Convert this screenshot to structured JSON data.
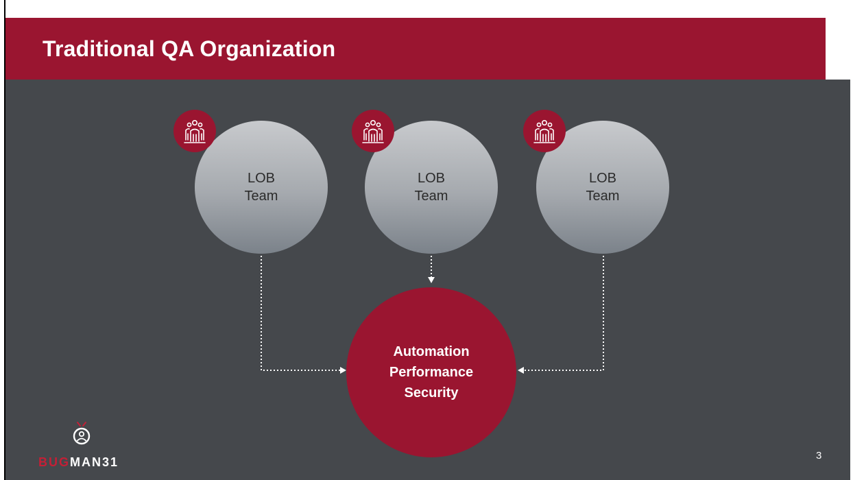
{
  "slide": {
    "title": "Traditional QA Organization",
    "page_number": "3"
  },
  "teams": [
    {
      "line1": "LOB",
      "line2": "Team",
      "icon": "team-people-icon"
    },
    {
      "line1": "LOB",
      "line2": "Team",
      "icon": "team-people-icon"
    },
    {
      "line1": "LOB",
      "line2": "Team",
      "icon": "team-people-icon"
    }
  ],
  "hub": {
    "line1": "Automation",
    "line2": "Performance",
    "line3": "Security"
  },
  "logo": {
    "brand_red": "BUG",
    "brand_white": "MAN31",
    "icon": "bugman-head-icon"
  },
  "colors": {
    "accent": "#9a1530",
    "background": "#45484c",
    "circle_light": "#c8cacd",
    "circle_dark": "#7b828a"
  }
}
